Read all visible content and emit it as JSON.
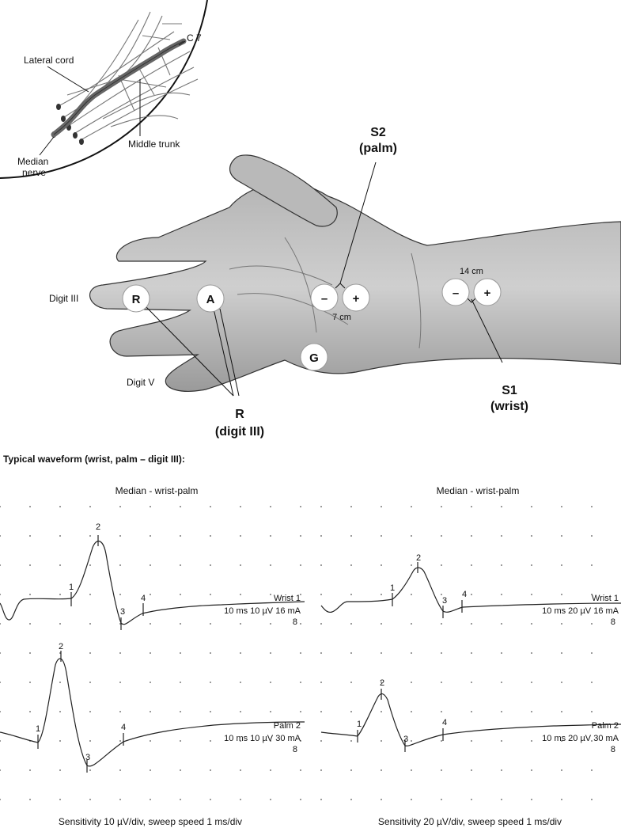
{
  "inset": {
    "labels": {
      "lateral_cord": "Lateral cord",
      "c7": "C 7",
      "middle_trunk": "Middle trunk",
      "median_nerve_line1": "Median",
      "median_nerve_line2": "nerve"
    }
  },
  "hand": {
    "digit_iii": "Digit III",
    "digit_v": "Digit V",
    "s2_title": "S2",
    "s2_sub": "(palm)",
    "s1_title": "S1",
    "s1_sub": "(wrist)",
    "r_title": "R",
    "r_sub": "(digit III)",
    "distance_palm": "7 cm",
    "distance_wrist": "14 cm",
    "electrodes": {
      "recording": "R",
      "reference": "A",
      "ground": "G",
      "minus": "–",
      "plus": "+"
    }
  },
  "section_title": "Typical waveform (wrist, palm – digit III):",
  "panels": [
    {
      "title": "Median - wrist-palm",
      "caption": "Sensitivity 10 µV/div, sweep speed 1 ms/div",
      "traces": [
        {
          "label": "Wrist 1",
          "settings": "10 ms 10 µV 16 mA",
          "count": "8",
          "markers": [
            "1",
            "2",
            "3",
            "4"
          ]
        },
        {
          "label": "Palm 2",
          "settings": "10 ms 10 µV 30 mA",
          "count": "8",
          "markers": [
            "1",
            "2",
            "3",
            "4"
          ]
        }
      ]
    },
    {
      "title": "Median - wrist-palm",
      "caption": "Sensitivity 20 µV/div, sweep speed 1 ms/div",
      "traces": [
        {
          "label": "Wrist 1",
          "settings": "10 ms 20 µV 16 mA",
          "count": "8",
          "markers": [
            "1",
            "2",
            "3",
            "4"
          ]
        },
        {
          "label": "Palm 2",
          "settings": "10 ms 20 µV 30 mA",
          "count": "8",
          "markers": [
            "1",
            "2",
            "3",
            "4"
          ]
        }
      ]
    }
  ]
}
